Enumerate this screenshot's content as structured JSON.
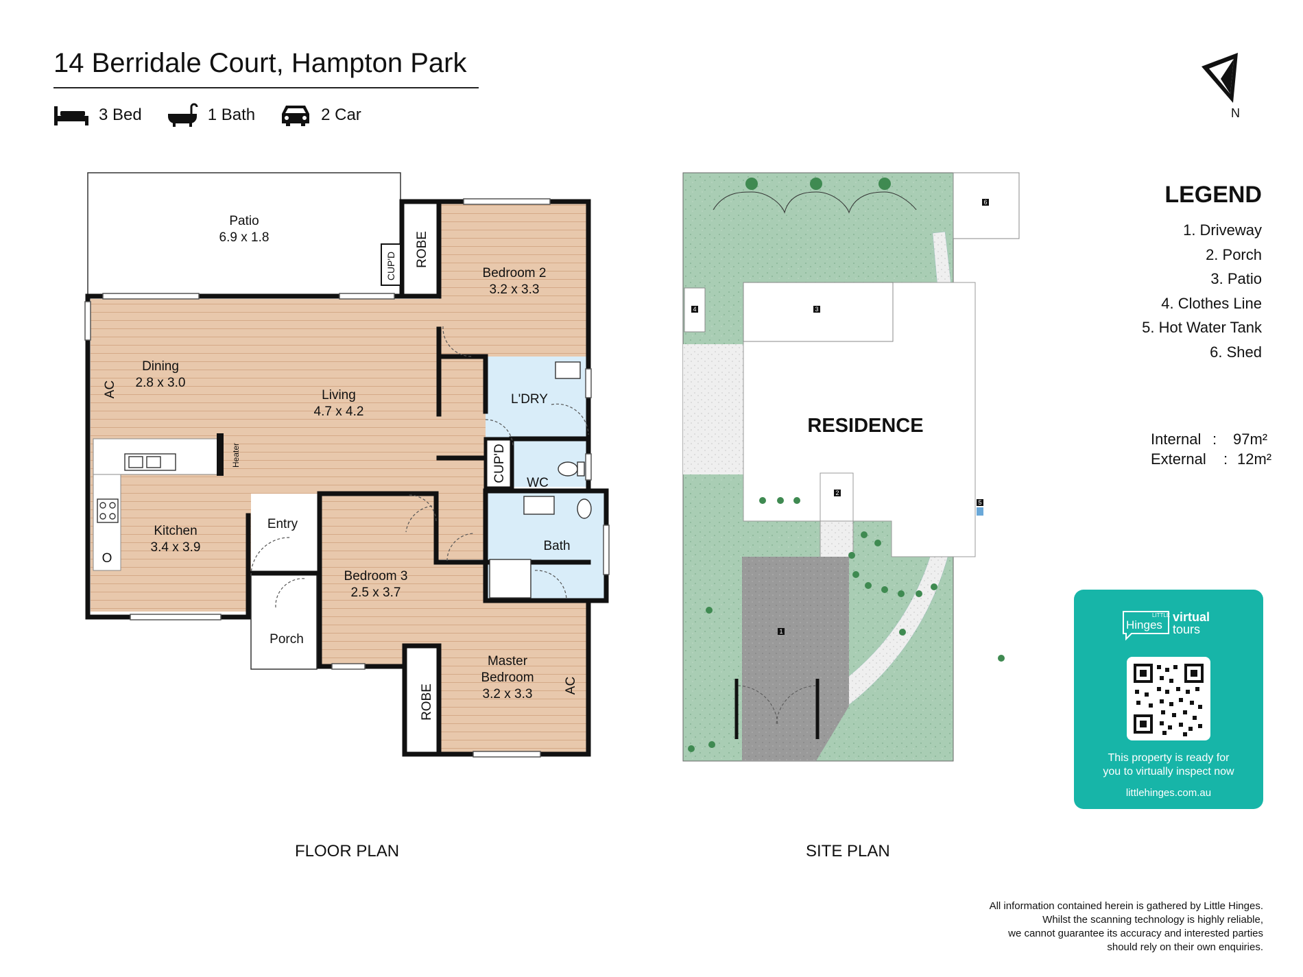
{
  "header": {
    "title": "14 Berridale Court, Hampton Park",
    "features": {
      "bed": "3 Bed",
      "bath": "1 Bath",
      "car": "2 Car"
    }
  },
  "north_label": "N",
  "floor_plan": {
    "caption": "FLOOR PLAN",
    "rooms": {
      "patio": {
        "name": "Patio",
        "size": "6.9 x 1.8"
      },
      "bedroom2": {
        "name": "Bedroom 2",
        "size": "3.2 x 3.3"
      },
      "dining": {
        "name": "Dining",
        "size": "2.8 x 3.0"
      },
      "living": {
        "name": "Living",
        "size": "4.7 x 4.2"
      },
      "laundry": {
        "name": "L'DRY"
      },
      "wc": {
        "name": "WC"
      },
      "kitchen": {
        "name": "Kitchen",
        "size": "3.4 x 3.9"
      },
      "entry": {
        "name": "Entry"
      },
      "bedroom3": {
        "name": "Bedroom 3",
        "size": "2.5 x 3.7"
      },
      "bath": {
        "name": "Bath"
      },
      "porch": {
        "name": "Porch"
      },
      "master": {
        "name1": "Master",
        "name2": "Bedroom",
        "size": "3.2 x 3.3"
      }
    },
    "labels": {
      "robe": "ROBE",
      "cupd": "CUP'D",
      "ac": "AC",
      "heater": "Heater",
      "oven": "O"
    }
  },
  "site_plan": {
    "caption": "SITE PLAN",
    "residence": "RESIDENCE",
    "markers": [
      "1",
      "2",
      "3",
      "4",
      "5",
      "6"
    ]
  },
  "legend": {
    "title": "LEGEND",
    "items": [
      "1. Driveway",
      "2. Porch",
      "3. Patio",
      "4. Clothes Line",
      "5. Hot Water Tank",
      "6. Shed"
    ]
  },
  "areas": {
    "internal": {
      "label": "Internal",
      "sep": ":",
      "value": "97m²"
    },
    "external": {
      "label": "External",
      "sep": ":",
      "value": "12m²"
    }
  },
  "virtual_tours": {
    "brand_small": "LITTLE",
    "brand": "Hinges",
    "product_1": "virtual",
    "product_2": "tours",
    "message_1": "This property is ready for",
    "message_2": "you to virtually inspect now",
    "url": "littlehinges.com.au"
  },
  "disclaimer": [
    "All information contained herein is gathered by Little Hinges.",
    "Whilst the scanning technology is highly reliable,",
    "we cannot guarantee its accuracy and interested parties",
    "should rely on their own enquiries."
  ],
  "colors": {
    "floor": "#e8c8ac",
    "wet": "#d9edf9",
    "wall": "#111111",
    "grass": "#a9cdb4",
    "driveway": "#9a9a9a",
    "teal": "#17b5a8"
  }
}
